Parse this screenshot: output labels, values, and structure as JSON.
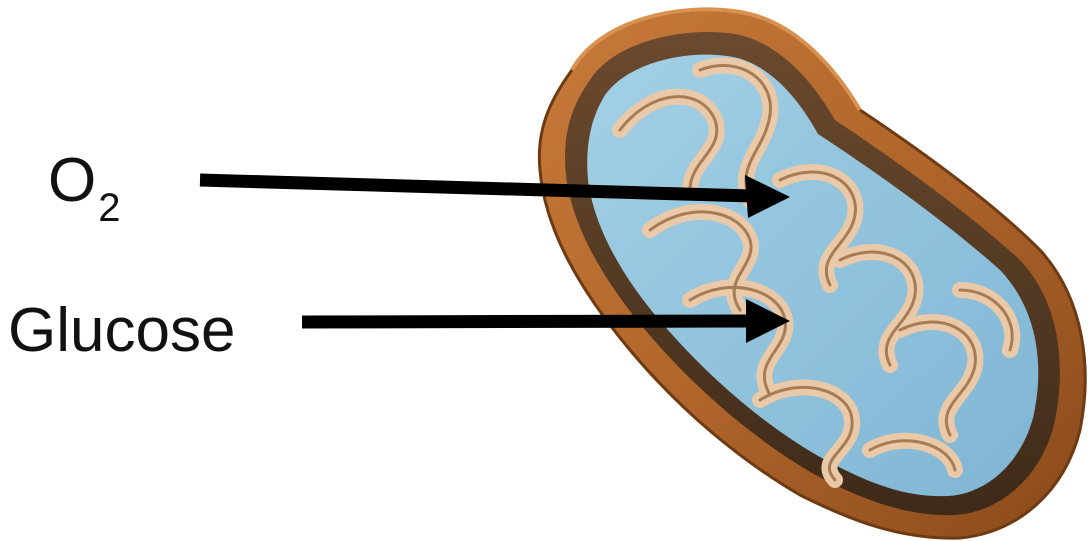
{
  "labels": {
    "oxygen": {
      "base": "O",
      "subscript": "2"
    },
    "glucose": "Glucose"
  },
  "colors": {
    "outer_membrane": "#b86a2b",
    "outer_membrane_dark": "#7a3f15",
    "inner_membrane": "#f1d7bf",
    "matrix": "#8fc3df",
    "arrow": "#000000"
  },
  "icons": {
    "illustration": "mitochondrion-illustration"
  }
}
